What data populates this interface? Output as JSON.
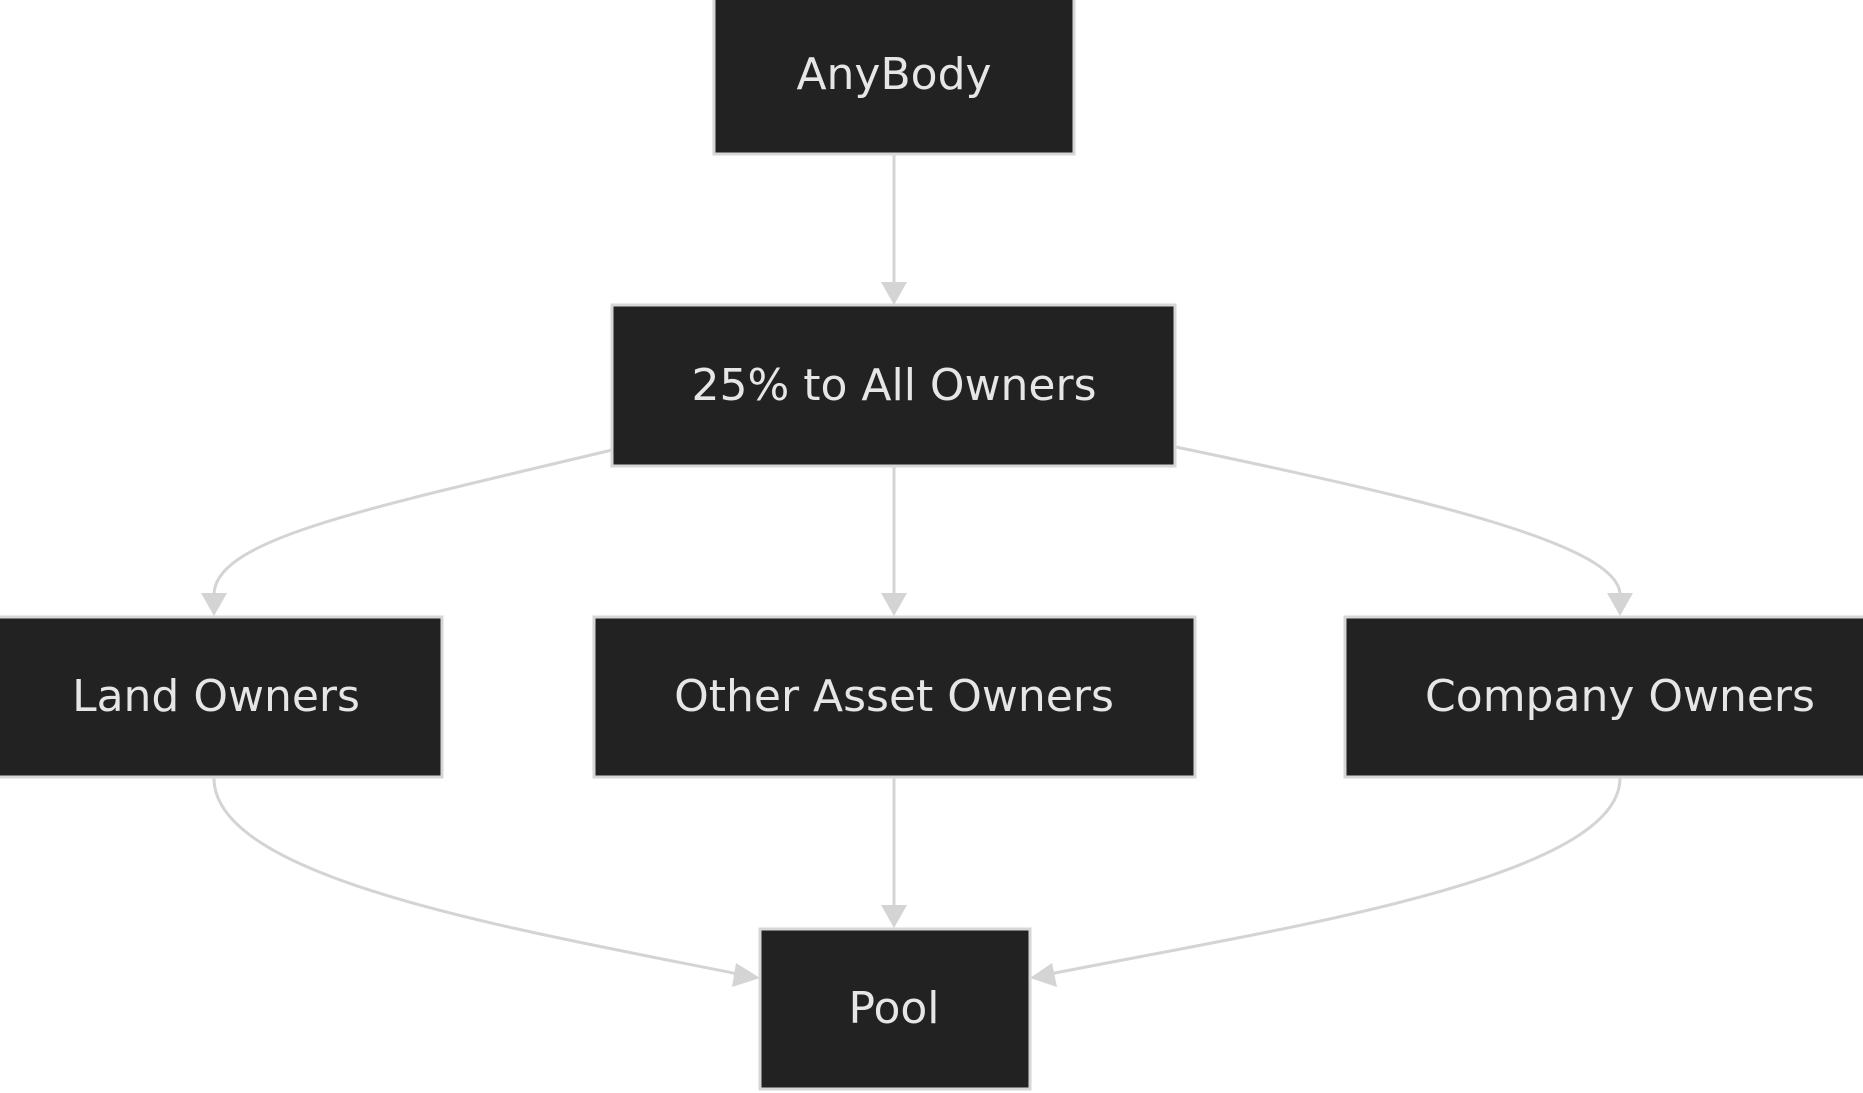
{
  "diagram": {
    "type": "flowchart",
    "direction": "top-down",
    "colors": {
      "background": "#ffffff",
      "node_fill": "#222222",
      "node_border": "#d6d6d6",
      "node_text": "#e6e6e6",
      "edge": "#d4d4d4"
    },
    "nodes": [
      {
        "id": "anybody",
        "label": "AnyBody"
      },
      {
        "id": "all-owners",
        "label": "25% to All Owners"
      },
      {
        "id": "land-owners",
        "label": "Land Owners"
      },
      {
        "id": "other-asset-owners",
        "label": "Other Asset Owners"
      },
      {
        "id": "company-owners",
        "label": "Company Owners"
      },
      {
        "id": "pool",
        "label": "Pool"
      }
    ],
    "edges": [
      {
        "from": "anybody",
        "to": "all-owners"
      },
      {
        "from": "all-owners",
        "to": "land-owners"
      },
      {
        "from": "all-owners",
        "to": "other-asset-owners"
      },
      {
        "from": "all-owners",
        "to": "company-owners"
      },
      {
        "from": "land-owners",
        "to": "pool"
      },
      {
        "from": "other-asset-owners",
        "to": "pool"
      },
      {
        "from": "company-owners",
        "to": "pool"
      }
    ]
  }
}
